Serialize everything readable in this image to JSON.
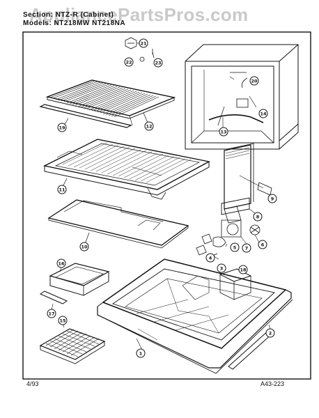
{
  "header": {
    "section_line": "Section: NTZ-R (Cabinet)",
    "models_line": "Models: NT218MW NT218NA"
  },
  "watermark": "AppliancePartsPros.com",
  "footer": {
    "date": "4/93",
    "page_code": "A43-223"
  },
  "callouts": [
    "1",
    "2",
    "3",
    "4",
    "5",
    "6",
    "7",
    "8",
    "9",
    "10",
    "11",
    "12",
    "13",
    "14",
    "15",
    "16",
    "17",
    "18",
    "19",
    "20",
    "21",
    "22",
    "23"
  ],
  "colors": {
    "line": "#111111",
    "background": "#ffffff"
  }
}
